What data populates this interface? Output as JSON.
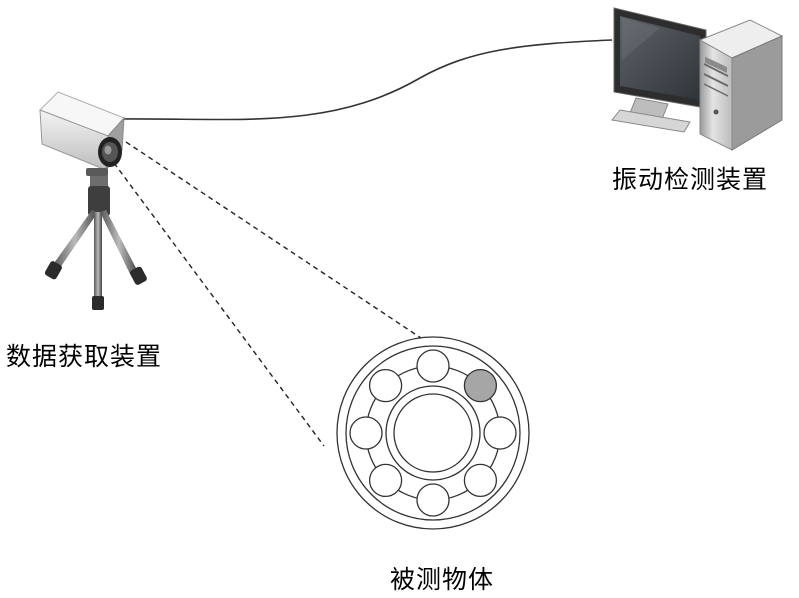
{
  "labels": {
    "vibration_device": "振动检测装置",
    "data_acquisition": "数据获取装置",
    "measured_object": "被测物体"
  },
  "bearing": {
    "ball_count": 8,
    "defect_ball_index": 1
  },
  "colors": {
    "line": "#333333",
    "ball_fill": "#ffffff",
    "defect_fill": "#a6a6a6",
    "screen": "#4a4f54",
    "case_light": "#e6e6e6",
    "case_dark": "#8c8c8c"
  },
  "icons": {
    "camera": "camera-icon",
    "tripod": "tripod-icon",
    "computer": "desktop-computer-icon",
    "bearing": "ball-bearing-icon"
  }
}
